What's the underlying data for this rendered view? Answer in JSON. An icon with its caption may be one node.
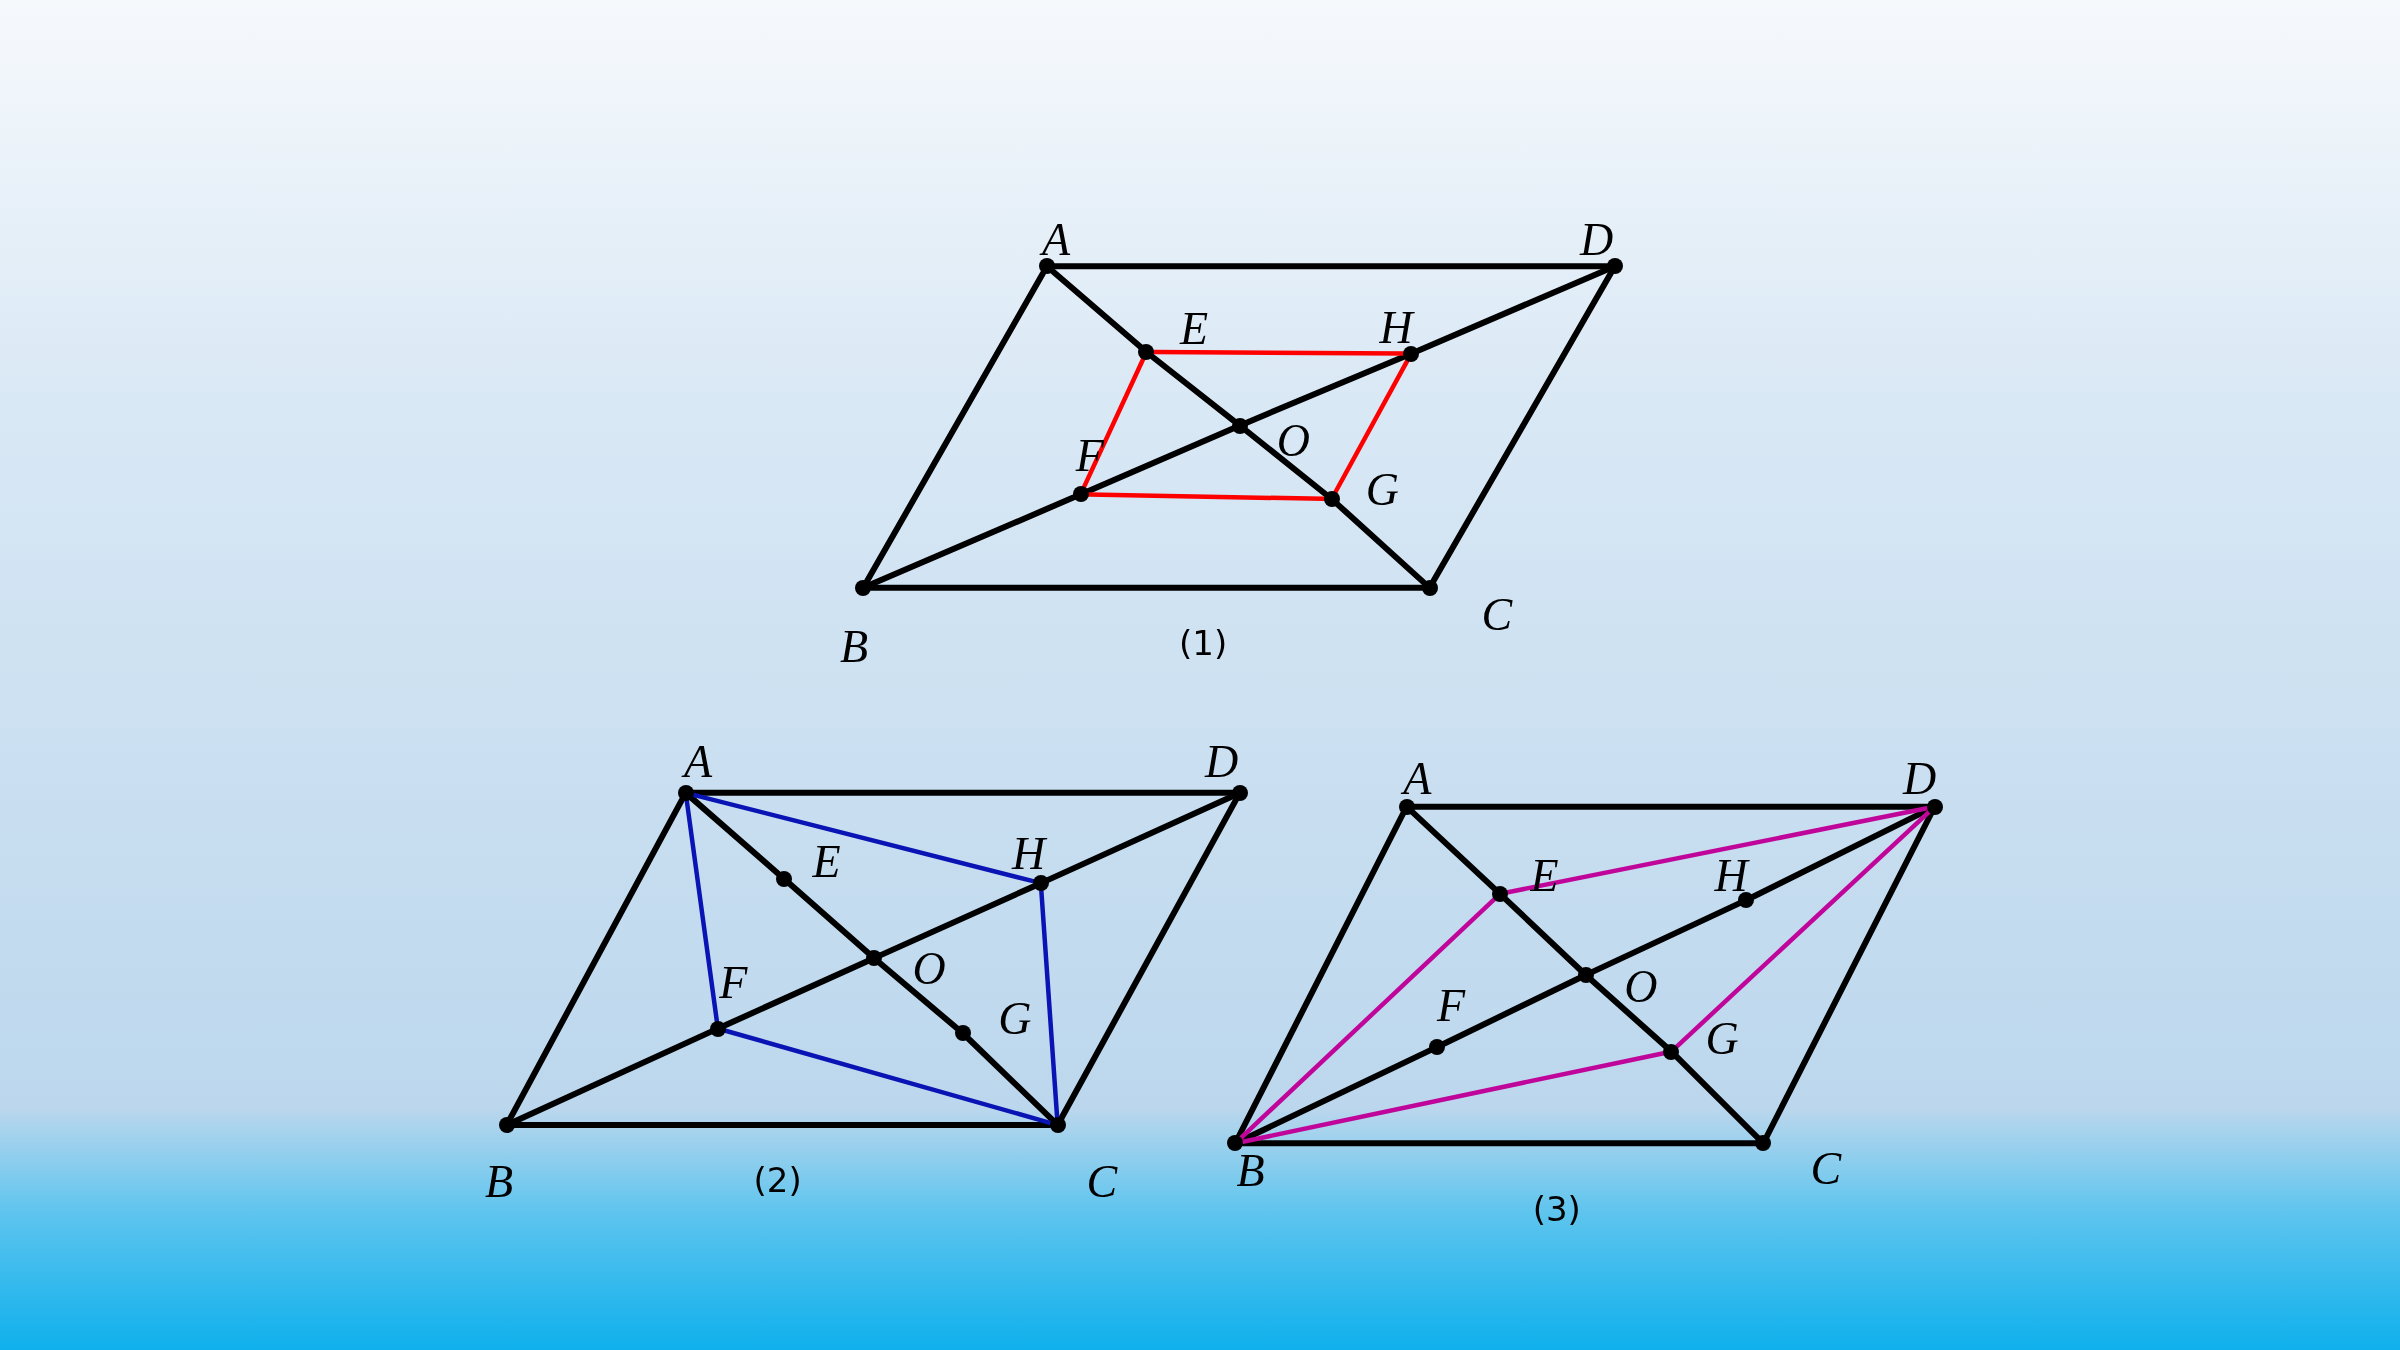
{
  "diagram": {
    "nodes": [
      {
        "text": [
          "A"
        ]
      },
      {
        "text": [
          "D"
        ]
      },
      {
        "text": [
          "E"
        ]
      },
      {
        "text": [
          "H"
        ]
      },
      {
        "text": [
          "O"
        ]
      },
      {
        "text": [
          "F"
        ]
      },
      {
        "text": [
          "G"
        ]
      },
      {
        "text": [
          "B"
        ]
      },
      {
        "text": [
          "C"
        ]
      },
      {
        "text": [
          "A"
        ]
      },
      {
        "text": [
          "D"
        ]
      },
      {
        "text": [
          "E"
        ]
      },
      {
        "text": [
          "H"
        ]
      },
      {
        "text": [
          "O"
        ]
      },
      {
        "text": [
          "F"
        ]
      },
      {
        "text": [
          "G"
        ]
      },
      {
        "text": [
          "B"
        ]
      },
      {
        "text": [
          "C"
        ]
      },
      {
        "text": [
          "A"
        ]
      },
      {
        "text": [
          "D"
        ]
      },
      {
        "text": [
          "E"
        ]
      },
      {
        "text": [
          "H"
        ]
      },
      {
        "text": [
          "O"
        ]
      },
      {
        "text": [
          "F"
        ]
      },
      {
        "text": [
          "G"
        ]
      },
      {
        "text": [
          "B"
        ]
      },
      {
        "text": [
          "C"
        ]
      }
    ],
    "edges": [
      {
        "from": 0,
        "to": 1,
        "arrow": "none"
      },
      {
        "from": 0,
        "to": 7,
        "arrow": "none"
      },
      {
        "from": 7,
        "to": 8,
        "arrow": "none"
      },
      {
        "from": 1,
        "to": 8,
        "arrow": "none"
      },
      {
        "from": 0,
        "to": 2,
        "arrow": "none"
      },
      {
        "from": 2,
        "to": 4,
        "arrow": "none"
      },
      {
        "from": 4,
        "to": 6,
        "arrow": "none"
      },
      {
        "from": 6,
        "to": 8,
        "arrow": "none"
      },
      {
        "from": 7,
        "to": 5,
        "arrow": "none"
      },
      {
        "from": 5,
        "to": 4,
        "arrow": "none"
      },
      {
        "from": 4,
        "to": 3,
        "arrow": "none"
      },
      {
        "from": 3,
        "to": 1,
        "arrow": "none"
      },
      {
        "from": 2,
        "to": 3,
        "arrow": "none",
        "color": "#ff0000"
      },
      {
        "from": 3,
        "to": 6,
        "arrow": "none",
        "color": "#ff0000"
      },
      {
        "from": 6,
        "to": 5,
        "arrow": "none",
        "color": "#ff0000"
      },
      {
        "from": 5,
        "to": 2,
        "arrow": "none",
        "color": "#ff0000"
      },
      {
        "from": 9,
        "to": 10,
        "arrow": "none"
      },
      {
        "from": 9,
        "to": 16,
        "arrow": "none"
      },
      {
        "from": 16,
        "to": 17,
        "arrow": "none"
      },
      {
        "from": 10,
        "to": 17,
        "arrow": "none"
      },
      {
        "from": 9,
        "to": 11,
        "arrow": "none"
      },
      {
        "from": 11,
        "to": 13,
        "arrow": "none"
      },
      {
        "from": 13,
        "to": 15,
        "arrow": "none"
      },
      {
        "from": 15,
        "to": 17,
        "arrow": "none"
      },
      {
        "from": 16,
        "to": 14,
        "arrow": "none"
      },
      {
        "from": 14,
        "to": 13,
        "arrow": "none"
      },
      {
        "from": 13,
        "to": 12,
        "arrow": "none"
      },
      {
        "from": 12,
        "to": 10,
        "arrow": "none"
      },
      {
        "from": 9,
        "to": 12,
        "arrow": "none",
        "color": "#0a14b4"
      },
      {
        "from": 12,
        "to": 17,
        "arrow": "none",
        "color": "#0a14b4"
      },
      {
        "from": 17,
        "to": 14,
        "arrow": "none",
        "color": "#0a14b4"
      },
      {
        "from": 14,
        "to": 9,
        "arrow": "none",
        "color": "#0a14b4"
      },
      {
        "from": 18,
        "to": 19,
        "arrow": "none"
      },
      {
        "from": 18,
        "to": 25,
        "arrow": "none"
      },
      {
        "from": 25,
        "to": 26,
        "arrow": "none"
      },
      {
        "from": 19,
        "to": 26,
        "arrow": "none"
      },
      {
        "from": 18,
        "to": 20,
        "arrow": "none"
      },
      {
        "from": 20,
        "to": 22,
        "arrow": "none"
      },
      {
        "from": 22,
        "to": 24,
        "arrow": "none"
      },
      {
        "from": 24,
        "to": 26,
        "arrow": "none"
      },
      {
        "from": 25,
        "to": 23,
        "arrow": "none"
      },
      {
        "from": 23,
        "to": 22,
        "arrow": "none"
      },
      {
        "from": 22,
        "to": 21,
        "arrow": "none"
      },
      {
        "from": 21,
        "to": 19,
        "arrow": "none"
      },
      {
        "from": 25,
        "to": 20,
        "arrow": "none",
        "color": "#c0069a"
      },
      {
        "from": 20,
        "to": 19,
        "arrow": "none",
        "color": "#c0069a"
      },
      {
        "from": 19,
        "to": 24,
        "arrow": "none",
        "color": "#c0069a"
      },
      {
        "from": 24,
        "to": 25,
        "arrow": "none",
        "color": "#c0069a"
      }
    ],
    "labels": [
      "(1)",
      "(2)",
      "(3)"
    ]
  }
}
